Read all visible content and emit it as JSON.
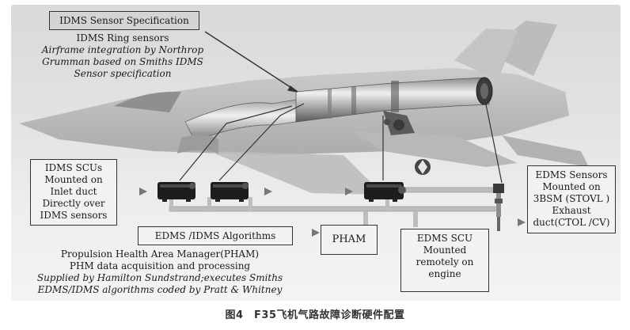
{
  "idms_spec": {
    "title": "IDMS Sensor Specification",
    "lines": [
      "IDMS Ring sensors",
      "Airframe integration by Northrop",
      "Grumman based on Smiths IDMS",
      "Sensor specification"
    ]
  },
  "idms_scus": {
    "lines": [
      "IDMS SCUs",
      "Mounted on",
      "Inlet duct",
      "Directly over",
      "IDMS sensors"
    ]
  },
  "edms_sensors": {
    "lines": [
      "EDMS  Sensors",
      "Mounted on",
      "3BSM (STOVL )",
      "Exhaust",
      "duct(CTOL /CV)"
    ]
  },
  "algorithms": {
    "title": "EDMS /IDMS Algorithms",
    "lines": [
      "Propulsion Health Area Manager(PHAM)",
      "PHM data acquisition and processing",
      "Supplied by Hamilton Sundstrand;executes Smiths",
      "EDMS/IDMS  algorithms coded by Pratt & Whitney"
    ]
  },
  "pham": {
    "label": "PHAM"
  },
  "edms_scu": {
    "lines": [
      "EDMS SCU",
      "Mounted",
      "remotely on",
      "engine"
    ]
  },
  "caption": "图4　F35飞机气路故障诊断硬件配置",
  "colors": {
    "background": "#e3e3e3",
    "box_fill": "#f2f2f2",
    "box_border": "#333333"
  }
}
